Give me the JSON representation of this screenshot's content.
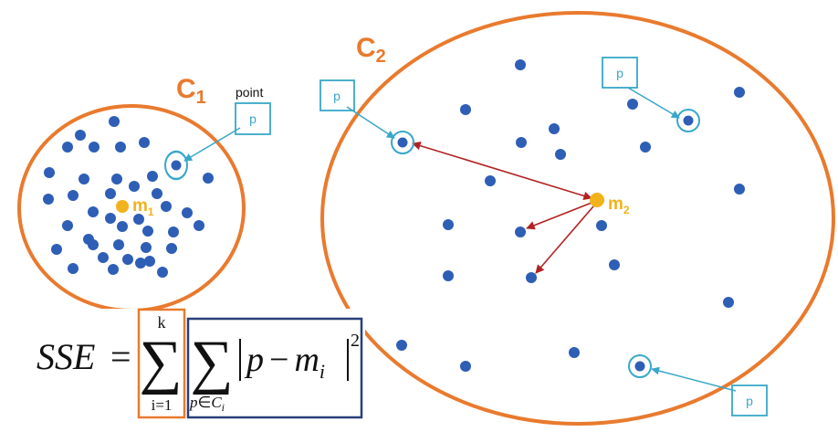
{
  "clusters": [
    {
      "label": "C",
      "sub": "1"
    },
    {
      "label": "C",
      "sub": "2"
    }
  ],
  "centroids": [
    {
      "label": "m",
      "sub": "1"
    },
    {
      "label": "m",
      "sub": "2"
    }
  ],
  "annotations": {
    "point_word": "point",
    "p_box_label": "p"
  },
  "formula": {
    "lhs": "SSE",
    "eq": "=",
    "sum_upper": "k",
    "sum_lower": "i=1",
    "inner_lower_p": "p",
    "inner_lower_in": "∈",
    "inner_lower_C": "C",
    "inner_lower_i": "i",
    "body_p": "p",
    "minus": "−",
    "body_m": "m",
    "body_i": "i",
    "exponent": "2",
    "sigma": "∑"
  },
  "colors": {
    "cluster_outline": "#E97A2E",
    "point": "#2E5EB5",
    "centroid": "#F2B21B",
    "annotation": "#39A7C9",
    "arrow": "#B22222",
    "outer_sum_box": "#E97A2E",
    "inner_sum_box": "#2A3F7A"
  }
}
